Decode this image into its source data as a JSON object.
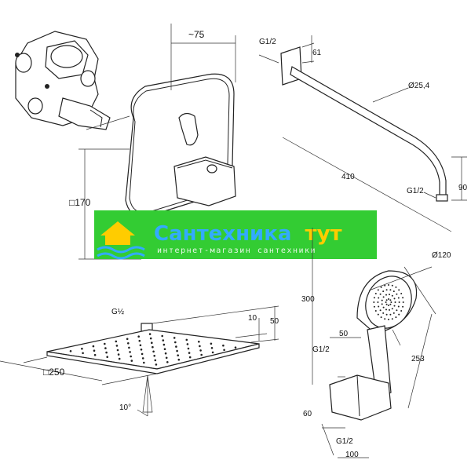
{
  "dimensions": {
    "panel_depth": "~75",
    "panel_size": "□170",
    "arm_thread": "G1/2",
    "arm_flange": "61",
    "arm_tube": "Ø25,4",
    "arm_length": "410",
    "arm_outlet_thread": "G1/2",
    "arm_drop": "90",
    "head_thread": "G½",
    "head_thickness": "10",
    "head_height": "50",
    "head_size": "□250",
    "head_angle": "10°",
    "hand_diameter": "Ø120",
    "hose_height": "300",
    "holder_width": "50",
    "holder_thread_top": "G1/2",
    "hand_length": "253",
    "holder_height": "60",
    "holder_thread_bottom": "G1/2",
    "holder_depth": "100"
  },
  "watermark": {
    "brand_a": "Сантехника",
    "brand_b": "тут",
    "tagline": "интернет-магазин сантехники",
    "colors": {
      "background": "#33cc33",
      "text_a": "#33aaff",
      "text_b": "#ffcc00",
      "tagline": "#e8f8e8"
    }
  }
}
